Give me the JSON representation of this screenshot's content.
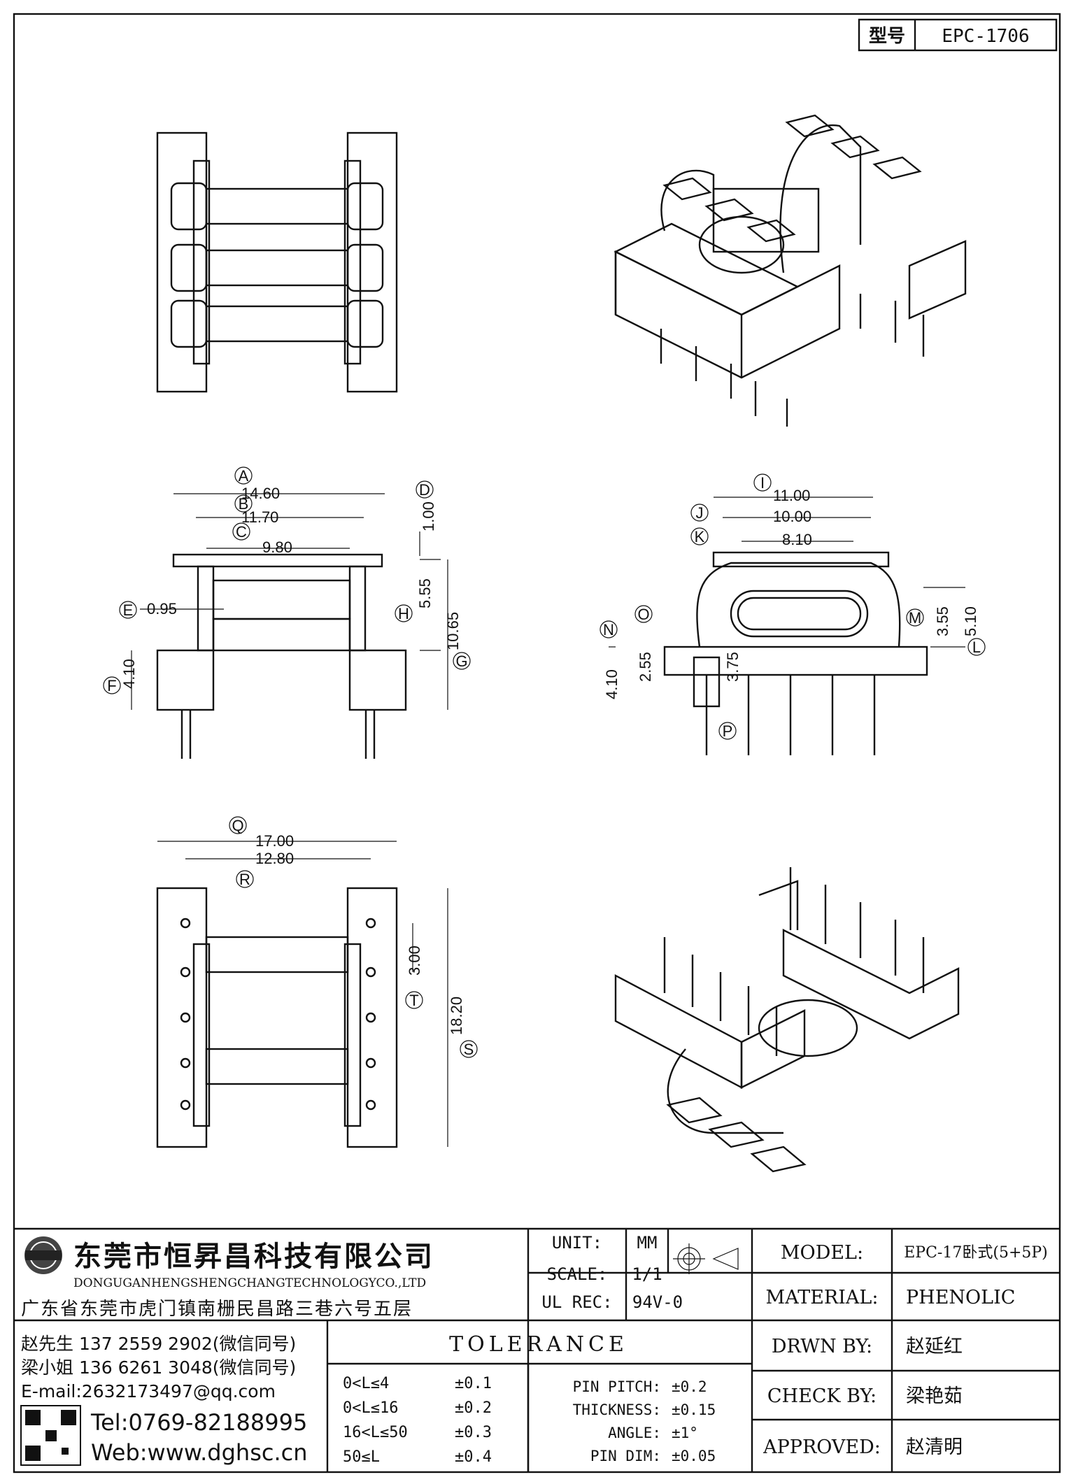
{
  "header": {
    "part_label": "型号",
    "part_number": "EPC-1706"
  },
  "front_view": {
    "a": {
      "label": "A",
      "value": "14.60"
    },
    "b": {
      "label": "B",
      "value": "11.70"
    },
    "c": {
      "label": "C",
      "value": "9.80"
    },
    "d": {
      "label": "D",
      "value": "1.00"
    },
    "e": {
      "label": "E",
      "value": "0.95"
    },
    "f": {
      "label": "F",
      "value": "4.10"
    },
    "g": {
      "label": "G",
      "value": "10.65"
    },
    "h": {
      "label": "H",
      "value": "5.55"
    }
  },
  "side_view": {
    "i": {
      "label": "I",
      "value": "11.00"
    },
    "j": {
      "label": "J",
      "value": "10.00"
    },
    "k": {
      "label": "K",
      "value": "8.10"
    },
    "l": {
      "label": "L",
      "value": "5.10"
    },
    "m": {
      "label": "M",
      "value": "3.55"
    },
    "n": {
      "label": "N",
      "value": "4.10"
    },
    "o": {
      "label": "O",
      "value": "2.55"
    },
    "p": {
      "label": "P",
      "value": "3.75"
    }
  },
  "bottom_view": {
    "q": {
      "label": "Q",
      "value": "17.00"
    },
    "r": {
      "label": "R",
      "value": "12.80"
    },
    "s": {
      "label": "S",
      "value": "18.20"
    },
    "t": {
      "label": "T",
      "value": "3.00"
    }
  },
  "title_block": {
    "company_cn": "东莞市恒昇昌科技有限公司",
    "company_en": "DONGUGANHENGSHENGCHANGTECHNOLOGYCO.,LTD",
    "address": "广东省东莞市虎门镇南栅民昌路三巷六号五层",
    "contact_1": "赵先生 137 2559 2902(微信同号)",
    "contact_2": "梁小姐 136 6261 3048(微信同号)",
    "email": "E-mail:2632173497@qq.com",
    "tel": "Tel:0769-82188995",
    "web": "Web:www.dghsc.cn",
    "unit_label": "UNIT:",
    "unit_value": "MM",
    "scale_label": "SCALE:",
    "scale_value": "1/1",
    "ul_label": "UL REC:",
    "ul_value": "94V-0",
    "model_label": "MODEL:",
    "model_value": "EPC-17卧式(5+5P)",
    "material_label": "MATERIAL:",
    "material_value": "PHENOLIC",
    "drawn_label": "DRWN BY:",
    "drawn_value": "赵延红",
    "check_label": "CHECK BY:",
    "check_value": "梁艳茹",
    "approved_label": "APPROVED:",
    "approved_value": "赵清明"
  },
  "tolerance": {
    "title": "TOLERANCE",
    "ranges": [
      {
        "range": "0<L≤4",
        "value": "±0.1"
      },
      {
        "range": "0<L≤16",
        "value": "±0.2"
      },
      {
        "range": "16<L≤50",
        "value": "±0.3"
      },
      {
        "range": "50≤L",
        "value": "±0.4"
      }
    ],
    "specs": [
      {
        "label": "PIN PITCH:",
        "value": "±0.2"
      },
      {
        "label": "THICKNESS:",
        "value": "±0.15"
      },
      {
        "label": "ANGLE:",
        "value": "±1°"
      },
      {
        "label": "PIN DIM:",
        "value": "±0.05"
      }
    ]
  }
}
